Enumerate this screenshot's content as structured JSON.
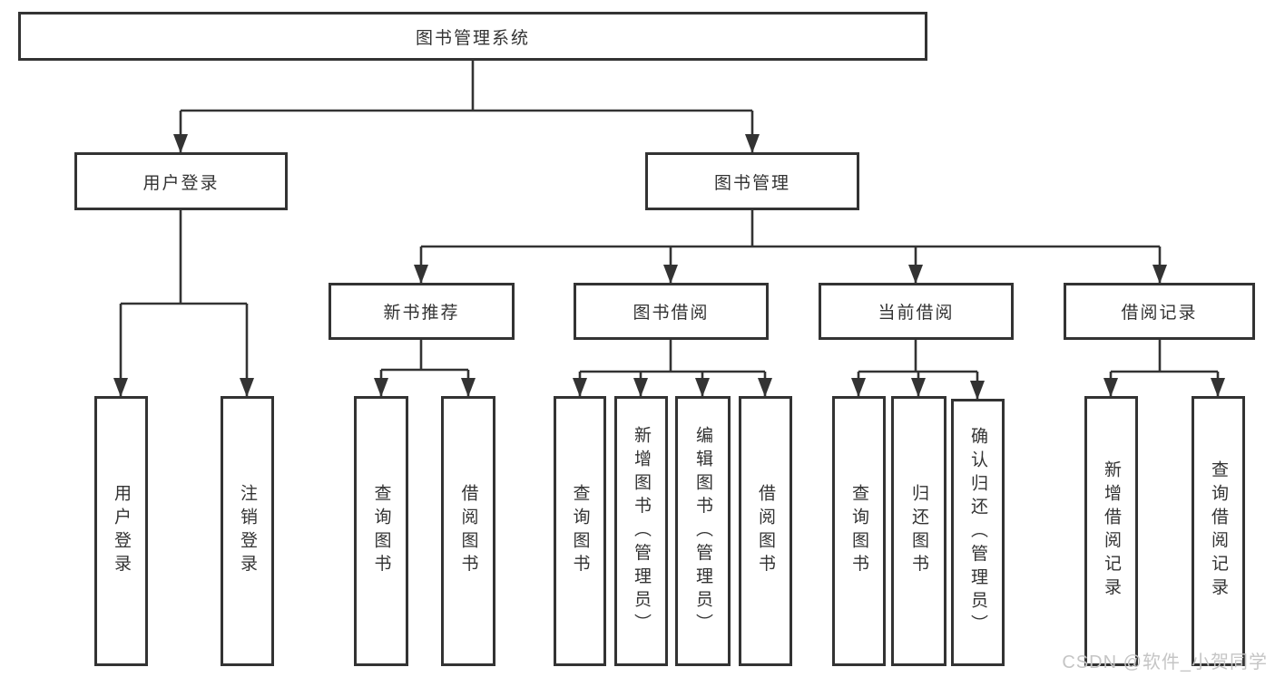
{
  "colors": {
    "line": "#333333",
    "box_border": "#333333",
    "box_fill": "#ffffff",
    "text": "#333333",
    "watermark": "#c5c5c5"
  },
  "watermark": {
    "text": "CSDN @软件_小贺同学"
  },
  "tree": {
    "root": {
      "label": "图书管理系统",
      "children": [
        {
          "label": "用户登录",
          "children": [
            {
              "label": "用户登录"
            },
            {
              "label": "注销登录"
            }
          ]
        },
        {
          "label": "图书管理",
          "children": [
            {
              "label": "新书推荐",
              "children": [
                {
                  "label": "查询图书"
                },
                {
                  "label": "借阅图书"
                }
              ]
            },
            {
              "label": "图书借阅",
              "children": [
                {
                  "label": "查询图书"
                },
                {
                  "label": "新增图书（管理员）"
                },
                {
                  "label": "编辑图书（管理员）"
                },
                {
                  "label": "借阅图书"
                }
              ]
            },
            {
              "label": "当前借阅",
              "children": [
                {
                  "label": "查询图书"
                },
                {
                  "label": "归还图书"
                },
                {
                  "label": "确认归还（管理员）"
                }
              ]
            },
            {
              "label": "借阅记录",
              "children": [
                {
                  "label": "新增借阅记录"
                },
                {
                  "label": "查询借阅记录"
                }
              ]
            }
          ]
        }
      ]
    }
  }
}
